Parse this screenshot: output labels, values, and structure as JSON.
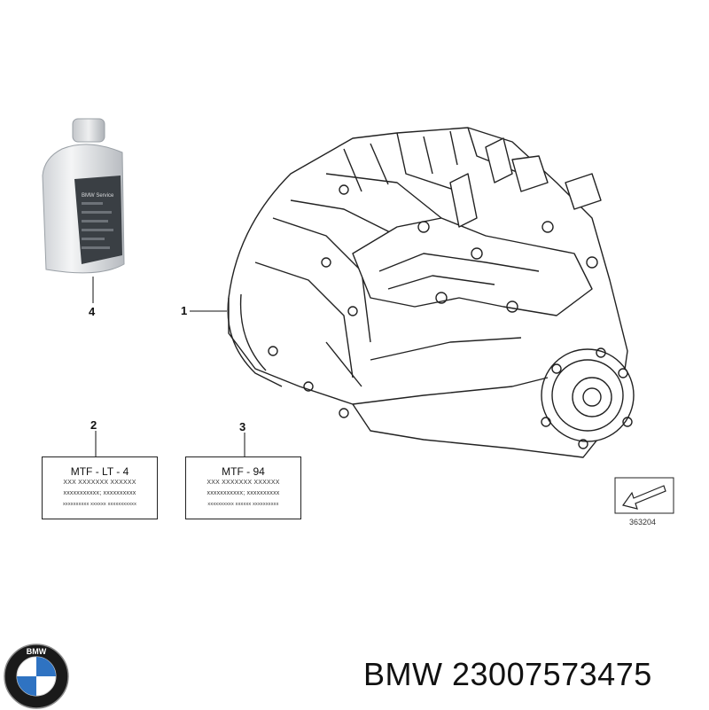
{
  "callouts": {
    "item1": "1",
    "item2": "2",
    "item3": "3",
    "item4": "4"
  },
  "bottle": {
    "label_text": "BMW Service"
  },
  "label_lt4": {
    "title": "MTF - LT - 4",
    "line1": "XXX XXXXXXX XXXXXX",
    "line2": "xxxxxxxxxxx; xxxxxxxxxx",
    "line3": "xxxxxxxxxx xxxxxx xxxxxxxxxxx"
  },
  "label_94": {
    "title": "MTF - 94",
    "line1": "XXX XXXXXXX XXXXXX",
    "line2": "xxxxxxxxxxx; xxxxxxxxxx",
    "line3": "xxxxxxxxxx xxxxxx xxxxxxxxxx"
  },
  "reference": {
    "number": "363204"
  },
  "brand": {
    "logo_letters": "BMW",
    "name": "BMW",
    "part_number": "23007573475"
  },
  "colors": {
    "ink": "#111111",
    "logo_blue": "#2f73c2",
    "bottle_label": "#3a3f44"
  }
}
